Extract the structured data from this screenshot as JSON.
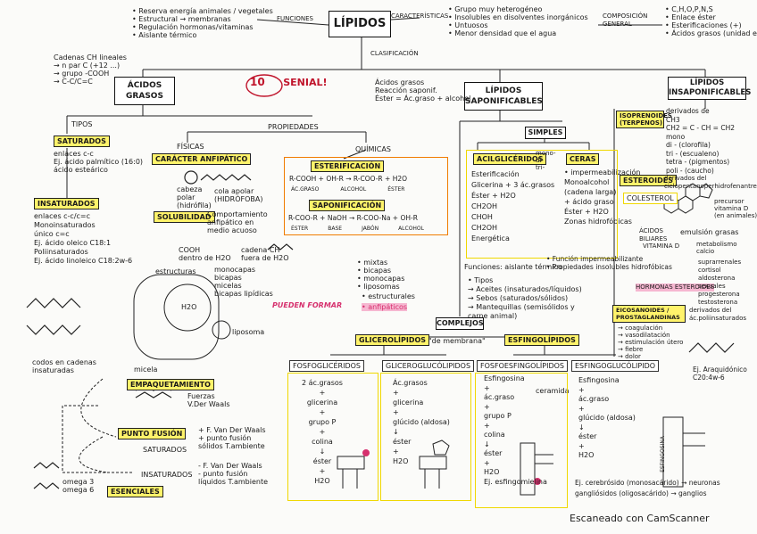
{
  "title": "LÍPIDOS",
  "top": {
    "funciones_label": "FUNCIONES",
    "funciones": [
      "• Reserva energía animales / vegetales",
      "• Estructural → membranas",
      "• Regulación hormonas/vitaminas",
      "• Aislante térmico"
    ],
    "caracteristicas_label": "CARACTERÍSTICAS",
    "caracteristicas": [
      "• Grupo muy heterogéneo",
      "• Insolubles en disolventes inorgánicos",
      "• Untuosos",
      "• Menor densidad que el agua"
    ],
    "composicion_label": "COMPOSICIÓN GENERAL",
    "composicion": [
      "• C,H,O,P,N,S",
      "• Enlace éster",
      "• Esterificaciones (+)",
      "• Ácidos grasos (unidad estructural)"
    ],
    "clasificacion": "CLASIFICACIÓN"
  },
  "acidos": {
    "label": "ÁCIDOS GRASOS",
    "cadenas": [
      "Cadenas CH lineales",
      "→ n par C (+12 ...)",
      "→ grupo -COOH",
      "→ C-C/C=C"
    ],
    "tipos": "TIPOS",
    "propiedades": "PROPIEDADES",
    "saturados": "SATURADOS",
    "saturados_txt": [
      "enlaces c-c",
      "Ej. ácido palmítico (16:0)",
      "ácido esteárico"
    ],
    "insaturados": "INSATURADOS",
    "insaturados_txt": [
      "enlaces c-c/c=c",
      "Monoinsaturados",
      "único c=c",
      "Ej. ácido oleico C18:1",
      "Poliinsaturados",
      "Ej. ácido linoleico C18:2w-6"
    ],
    "codos": [
      "codos en cadenas",
      "insaturadas"
    ]
  },
  "fisicas": {
    "label": "FÍSICAS",
    "anfipatico": "CARÁCTER ANFIPÁTICO",
    "cabeza": [
      "cabeza",
      "polar",
      "(hidrófila)"
    ],
    "cola": [
      "cola apolar",
      "(HIDRÓFOBA)"
    ],
    "solubilidad": "SOLUBILIDAD",
    "solub_txt": [
      "Comportamiento",
      "anfipático en",
      "medio acuoso"
    ],
    "cooh": [
      "COOH",
      "dentro de H2O"
    ],
    "cadena": [
      "cadena CH",
      "fuera de H2O"
    ],
    "estructuras": "estructuras",
    "micelas": [
      "monocapas",
      "bicapas",
      "micelas",
      "bicapas lipídicas"
    ],
    "pueden_formar": "PUEDEN FORMAR",
    "liposoma": "liposoma",
    "micela": "micela",
    "h2o": "H2O"
  },
  "quimicas": {
    "label": "QUÍMICAS",
    "esterificacion": "ESTERIFICACIÓN",
    "ester_eq": "R-COOH + OH-R → R-COO-R + H2O",
    "ester_names": [
      "ÁC.GRASO",
      "ALCOHOL",
      "ÉSTER"
    ],
    "saponificacion": "SAPONIFICACIÓN",
    "sapo_eq": "R-COO-R + NaOH → R-COO-Na + OH-R",
    "sapo_names": [
      "ÉSTER",
      "BASE",
      "JABÓN",
      "ALCOHOL"
    ]
  },
  "empaquetamiento": {
    "label": "EMPAQUETAMIENTO",
    "fuerzas": [
      "Fuerzas",
      "V.Der Waals"
    ],
    "punto": "PUNTO FUSIÓN",
    "sat_label": "SATURADOS",
    "sat_items": [
      "+ F. Van Der Waals",
      "+ punto fusión",
      "sólidos T.ambiente"
    ],
    "ins_label": "INSATURADOS",
    "ins_items": [
      "- F. Van Der Waals",
      "- punto fusión",
      "líquidos T.ambiente"
    ],
    "esenciales": "ESENCIALES",
    "omega": [
      "omega 3",
      "omega 6"
    ]
  },
  "saponif": {
    "label": "LÍPIDOS SAPONIFICABLES",
    "acidos_note": [
      "Ácidos grasos",
      "Reacción saponif.",
      "Éster = Ác.graso + alcohol"
    ],
    "simples": "SIMPLES",
    "acilgliceridos": "ACILGLICÉRIDOS",
    "acil_prefix": [
      "mono-",
      "di-",
      "tri-"
    ],
    "acil_txt": [
      "Esterificación",
      "Glicerina + 3 ác.grasos",
      "Éster + H2O",
      "CH2OH",
      "CHOH",
      "CH2OH",
      "Energética",
      "Funciones: aislante térmico"
    ],
    "ceras": "CERAS",
    "ceras_txt": [
      "• impermeabilización",
      "Monoalcohol",
      "(cadena larga)",
      "+ ácido graso",
      "Éster + H2O",
      "Zonas hidrofóbicas"
    ],
    "funciones_extra": [
      "• Función impermeabilizante",
      "• Propiedades insolubles hidrofóbicas"
    ],
    "tipos": [
      "• Tipos",
      "→ Aceites (insaturados/líquidos)",
      "→ Sebos (saturados/sólidos)",
      "→ Mantequillas (semisólidos y",
      "carne animal)"
    ],
    "mixtas": [
      "• mixtas",
      "• bicapas",
      "• monocapas",
      "• liposomas"
    ],
    "estructurales": "• estructurales",
    "anfipaticos": "• anfipáticos",
    "complejos": "COMPLEJOS",
    "glicerolipidos": "GLICEROLÍPIDOS",
    "membranas": "\"de membrana\"",
    "esfingolipidos": "ESFINGOLÍPIDOS",
    "fosfogliceridos": "FOSFOGLICÉRIDOS",
    "fosfo_txt": [
      "2 ác.grasos",
      "+",
      "glicerina",
      "+",
      "grupo P",
      "+",
      "colina",
      "↓",
      "éster",
      "+",
      "H2O"
    ],
    "glicero_glu": "GLICEROGLUCÓLIPIDOS",
    "glicero_txt": [
      "Ác.grasos",
      "+",
      "glicerina",
      "+",
      "glúcido (aldosa)",
      "↓",
      "éster",
      "+",
      "H2O"
    ],
    "fosfoesfingo": "FOSFOESFINGOLÍPIDOS",
    "fosfoesf_txt": [
      "Esfingosina",
      "+",
      "ác.graso",
      "+",
      "grupo P",
      "+",
      "colina",
      "↓",
      "éster",
      "+",
      "H2O",
      "Ej. esfingomielina"
    ],
    "ceramida": "ceramida",
    "esfingoglu": "ESFINGOGLUCÓLIPIDO",
    "esfingoglu_txt": [
      "Esfingosina",
      "+",
      "ác.graso",
      "+",
      "glúcido (aldosa)",
      "↓",
      "éster",
      "+",
      "H2O",
      "Ej. cerebrósido (monosacárido) → neuronas",
      "gangliósidos (oligosacárido) → ganglios"
    ],
    "esfingosina_v": "ESFINGOSINA"
  },
  "insap": {
    "label": "LÍPIDOS INSAPONIFICABLES",
    "isoprenoides": "ISOPRENOIDES (TERPENOS)",
    "iso_txt": [
      "derivados de",
      "CH3",
      "CH2 = C - CH = CH2",
      "mono",
      "di - (clorofila)",
      "tri - (escualeno)",
      "tetra - (pigmentos)",
      "poli - (caucho)"
    ],
    "esteroides": "ESTEROIDES",
    "est_txt": [
      "derivados del",
      "ciclopentanoperhidrofenantreno"
    ],
    "colesterol": "COLESTEROL",
    "col_txt": [
      "precursor",
      "vitamina D",
      "(en animales)"
    ],
    "biliares": [
      "ÁCIDOS",
      "BILIARES"
    ],
    "biliares_txt": "emulsión grasas",
    "vitamina": "VITAMINA D",
    "vit_txt": [
      "metabolismo",
      "calcio"
    ],
    "hormonas": "HORMONAS ESTEROIDES",
    "horm_txt": [
      "suprarrenales",
      "cortisol",
      "aldosterona",
      "sexuales",
      "progesterona",
      "testosterona"
    ],
    "eicosanoides": "EICOSANOIDES / PROSTAGLANDINAS",
    "eico_txt": [
      "derivados del",
      "ác.poliinsaturados"
    ],
    "eico_list": [
      "→ coagulación",
      "→ vasodilatación",
      "→ estimulación útero",
      "→ fiebre",
      "→ dolor"
    ],
    "arac": [
      "Ej. Araquidónico",
      "C20:4w-6"
    ]
  },
  "sello_funny": [
    "10",
    "SENIAL!"
  ],
  "watermark": "Escaneado con CamScanner"
}
